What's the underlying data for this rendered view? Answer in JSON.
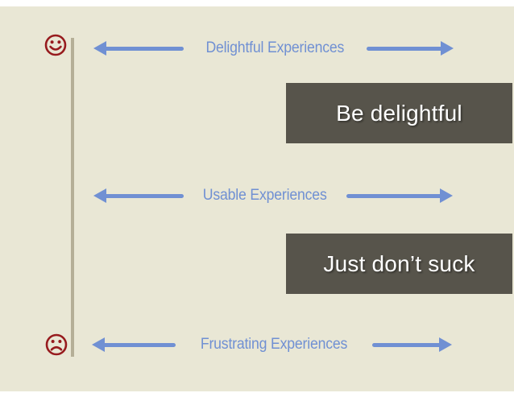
{
  "slide": {
    "rows": [
      {
        "label": "Delightful Experiences"
      },
      {
        "label": "Usable Experiences"
      },
      {
        "label": "Frustrating Experiences"
      }
    ],
    "callouts": [
      {
        "text": "Be delightful"
      },
      {
        "text": "Just don’t suck"
      }
    ],
    "icons": {
      "top": "smiley-face",
      "bottom": "sad-face"
    },
    "colors": {
      "background": "#e9e7d5",
      "letterbox": "#ffffff",
      "arrow_blue": "#7090d3",
      "face_red": "#971b1e",
      "callout_box": "#57544b",
      "axis_line": "#b5af97",
      "callout_text": "#ffffff"
    }
  }
}
